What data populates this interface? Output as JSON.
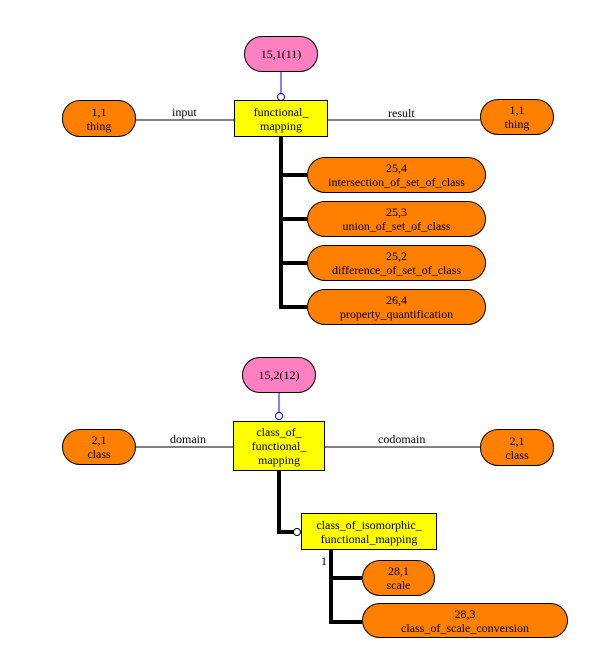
{
  "colors": {
    "entity_oval": "#ff8000",
    "relation_pink": "#ff80c0",
    "concept_box": "#ffff00",
    "specialization_link": "#0000ff",
    "line": "#000000"
  },
  "diagram1": {
    "relation": {
      "id": "15,1(11)"
    },
    "concept": {
      "line1": "functional_",
      "line2": "mapping"
    },
    "left_entity": {
      "id": "1,1",
      "name": "thing"
    },
    "right_entity": {
      "id": "1,1",
      "name": "thing"
    },
    "left_role": "input",
    "right_role": "result",
    "subtypes": [
      {
        "id": "25,4",
        "name": "intersection_of_set_of_class"
      },
      {
        "id": "25,3",
        "name": "union_of_set_of_class"
      },
      {
        "id": "25,2",
        "name": "difference_of_set_of_class"
      },
      {
        "id": "26,4",
        "name": "property_quantification"
      }
    ]
  },
  "diagram2": {
    "relation": {
      "id": "15,2(12)"
    },
    "concept": {
      "line1": "class_of_",
      "line2": "functional_",
      "line3": "mapping"
    },
    "left_entity": {
      "id": "2,1",
      "name": "class"
    },
    "right_entity": {
      "id": "2,1",
      "name": "class"
    },
    "left_role": "domain",
    "right_role": "codomain",
    "subconcept": {
      "line1": "class_of_isomorphic_",
      "line2": "functional_mapping"
    },
    "cardinality": "1",
    "members": [
      {
        "id": "28,1",
        "name": "scale"
      },
      {
        "id": "28,3",
        "name": "class_of_scale_conversion"
      }
    ]
  }
}
